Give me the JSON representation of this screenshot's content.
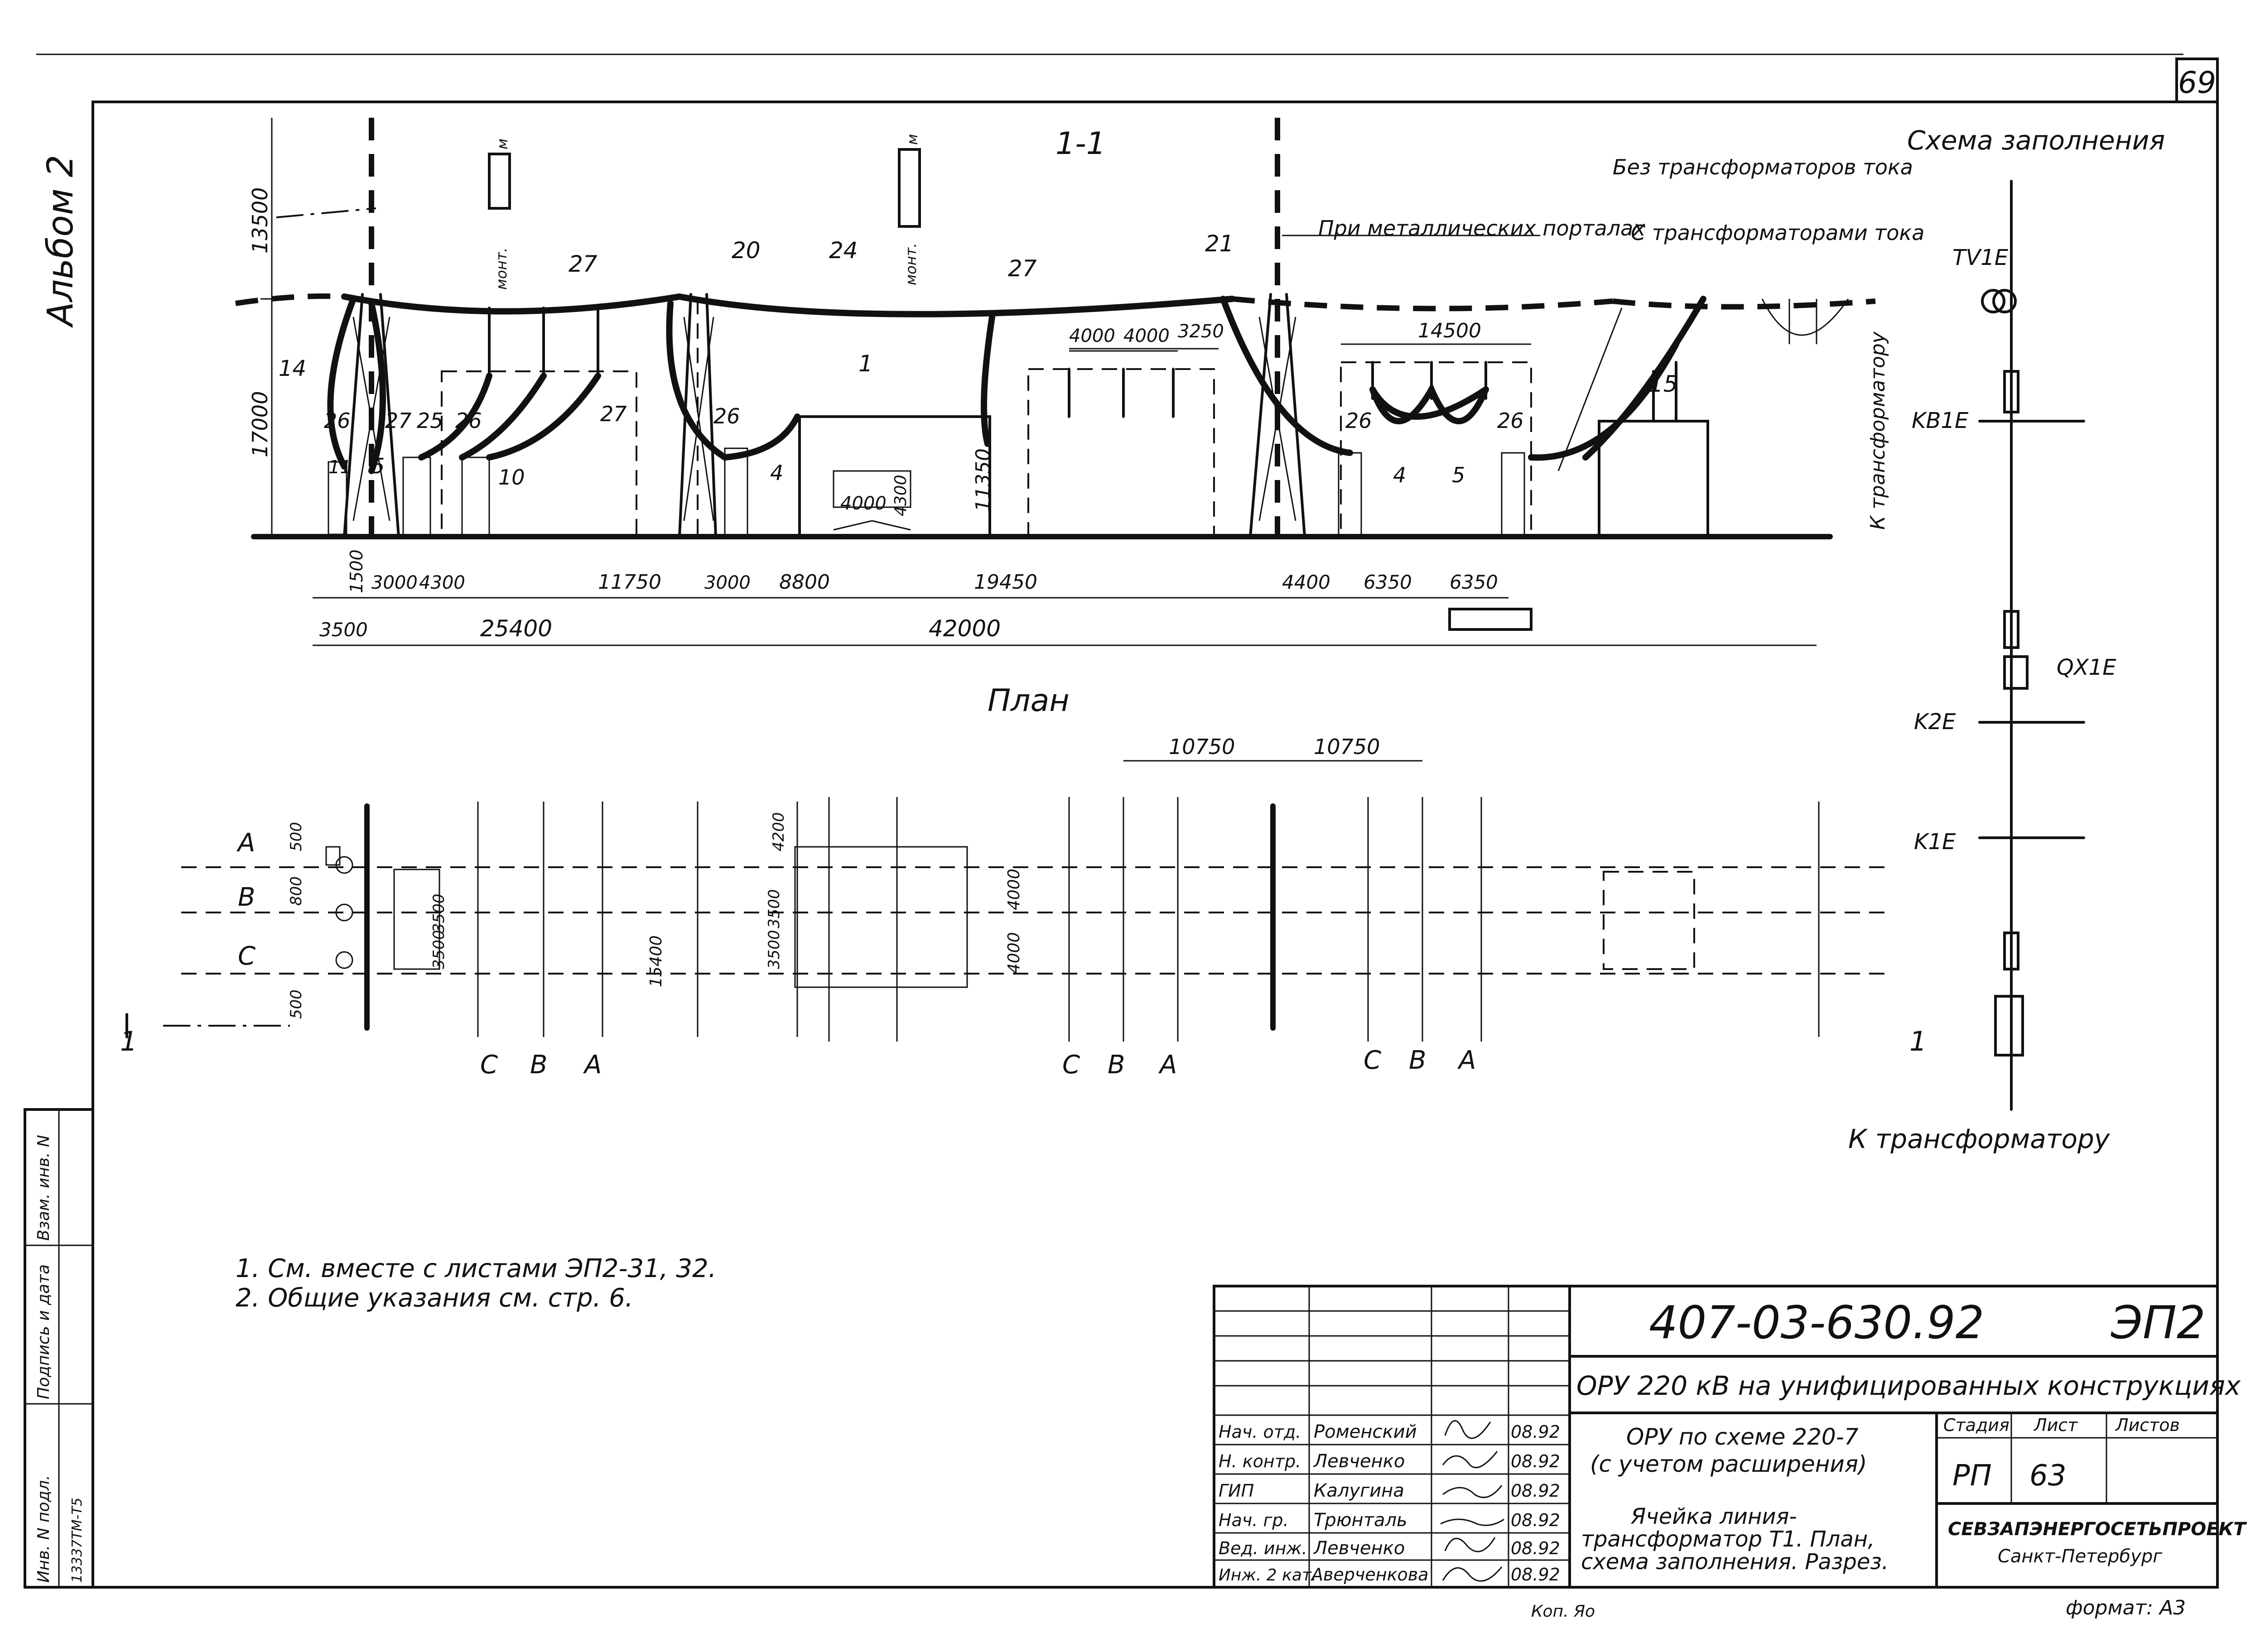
{
  "sheet": {
    "page_number": "69",
    "album": "Альбом 2",
    "section_title": "1-1",
    "plan_title": "План",
    "scheme_title": "Схема заполнения",
    "label_no_ct": "Без трансформаторов тока",
    "label_with_ct": "С трансформаторами тока",
    "label_metal_portals": "При металлических порталах",
    "label_to_transformer_vertical": "К трансформатору",
    "label_to_transformer": "К трансформатору",
    "section_marker": "1",
    "height_marks": [
      "13500",
      "17000",
      "11350"
    ],
    "mount_label": "монт.",
    "mount_unit": "м"
  },
  "section_callouts": [
    "14",
    "26",
    "27",
    "25",
    "26",
    "5",
    "10",
    "27",
    "20",
    "24",
    "27",
    "1",
    "26",
    "4",
    "21",
    "26",
    "4",
    "5",
    "26",
    "15",
    "27",
    "11"
  ],
  "section_dims_top": [
    "4000",
    "4000",
    "3250",
    "14500",
    "4000",
    "4300"
  ],
  "section_dims_bottom": [
    "1500",
    "3000",
    "4300",
    "11750",
    "3000",
    "8800",
    "19450",
    "4400",
    "6350",
    "6350"
  ],
  "section_dims_overall": [
    "3500",
    "25400",
    "42000"
  ],
  "plan": {
    "phases_left": [
      "A",
      "B",
      "C"
    ],
    "phase_groups": [
      [
        "C",
        "B",
        "A"
      ],
      [
        "C",
        "B",
        "A"
      ],
      [
        "C",
        "B",
        "A"
      ]
    ],
    "dims": [
      "10750",
      "10750",
      "500",
      "800",
      "500",
      "3500",
      "3500",
      "15400",
      "4200",
      "3500",
      "3500",
      "4000",
      "4000"
    ]
  },
  "scheme": {
    "designations": [
      "TV1E",
      "KB1E",
      "QX1E",
      "K2E",
      "K1E"
    ]
  },
  "notes": [
    "1. См. вместе с листами ЭП2-31, 32.",
    "2. Общие указания см. стр. 6."
  ],
  "side_stamp": [
    "Инв. N подл.",
    "Подпись и дата",
    "Взам. инв. N",
    "13337ТМ-Т5"
  ],
  "title_block": {
    "doc_number": "407-03-630.92",
    "doc_code": "ЭП2",
    "project_title": "ОРУ 220 кВ на унифицированных конструкциях",
    "subtitle_1": "ОРУ по схеме 220-7",
    "subtitle_2": "(с учетом расширения)",
    "sheet_title_1": "Ячейка линия-",
    "sheet_title_2": "трансформатор Т1. План,",
    "sheet_title_3": "схема заполнения. Разрез.",
    "stage_header": "Стадия",
    "sheet_header": "Лист",
    "sheets_header": "Листов",
    "stage": "РП",
    "sheet_no": "63",
    "org_name": "СЕВЗАПЭНЕРГОСЕТЬПРОЕКТ",
    "org_city": "Санкт-Петербург",
    "roles": [
      {
        "role": "Нач. отд.",
        "name": "Роменский",
        "date": "08.92"
      },
      {
        "role": "Н. контр.",
        "name": "Левченко",
        "date": "08.92"
      },
      {
        "role": "ГИП",
        "name": "Калугина",
        "date": "08.92"
      },
      {
        "role": "Нач. гр.",
        "name": "Трюнталь",
        "date": "08.92"
      },
      {
        "role": "Вед. инж.",
        "name": "Левченко",
        "date": "08.92"
      },
      {
        "role": "Инж. 2 кат.",
        "name": "Аверченкова",
        "date": "08.92"
      }
    ]
  },
  "footer": {
    "copied": "Коп. Яо",
    "format": "формат: А3"
  }
}
